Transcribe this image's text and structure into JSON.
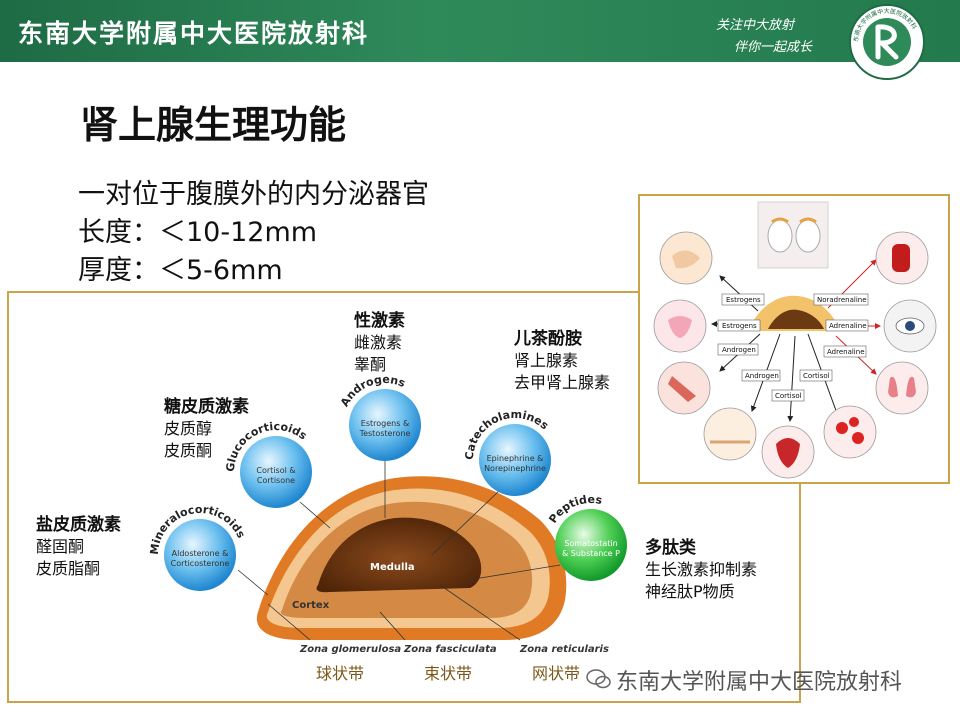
{
  "header": {
    "title": "东南大学附属中大医院放射科",
    "slogan_line1": "关注中大放射",
    "slogan_line2": "伴你一起成长",
    "logo_text": "东南大学附属中大医院放射科"
  },
  "slide": {
    "title": "肾上腺生理功能",
    "lines": [
      "一对位于腹膜外的内分泌器官",
      "长度：＜10-12mm",
      "厚度：＜5-6mm"
    ]
  },
  "diagram": {
    "spheres": {
      "mineralo": {
        "label": "Mineralocorticoids",
        "content": [
          "Aldosterone &",
          "Corticosterone"
        ]
      },
      "gluco": {
        "label": "Glucocorticoids",
        "content": [
          "Cortisol &",
          "Cortisone"
        ]
      },
      "andro": {
        "label": "Androgens",
        "content": [
          "Estrogens &",
          "Testosterone"
        ]
      },
      "catechol": {
        "label": "Catecholamines",
        "content": [
          "Epinephrine &",
          "Norepinephrine"
        ]
      },
      "peptides": {
        "label": "Peptides",
        "content": [
          "Somatostatin",
          "& Substance P"
        ]
      }
    },
    "structure": {
      "medulla": "Medulla",
      "cortex": "Cortex"
    },
    "zones_en": [
      "Zona glomerulosa",
      "Zona fasciculata",
      "Zona reticularis"
    ],
    "zones_cn": [
      "球状带",
      "束状带",
      "网状带"
    ],
    "groups": {
      "mineralo": {
        "heading": "盐皮质激素",
        "items": [
          "醛固酮",
          "皮质脂酮"
        ]
      },
      "gluco": {
        "heading": "糖皮质激素",
        "items": [
          "皮质醇",
          "皮质酮"
        ]
      },
      "sex": {
        "heading": "性激素",
        "items": [
          "雌激素",
          "睾酮"
        ]
      },
      "catechol": {
        "heading": "儿茶酚胺",
        "items": [
          "肾上腺素",
          "去甲肾上腺素"
        ]
      },
      "peptide": {
        "heading": "多肽类",
        "items": [
          "生长激素抑制素",
          "神经肽P物质"
        ]
      }
    }
  },
  "side_diagram": {
    "boxes": [
      "Estrogens",
      "Estrogens",
      "Androgen",
      "Androgen",
      "Cortisol",
      "Cortisol",
      "Noradrenaline",
      "Adrenaline",
      "Adrenaline"
    ]
  },
  "watermark": "东南大学附属中大医院放射科",
  "colors": {
    "header_green": "#2f8a5a",
    "frame_gold": "#c9a44a",
    "cortex_orange": "#d9822b",
    "medulla_brown": "#6b3410",
    "sphere_blue": "#3b9fdf",
    "sphere_green": "#1ea33a"
  }
}
